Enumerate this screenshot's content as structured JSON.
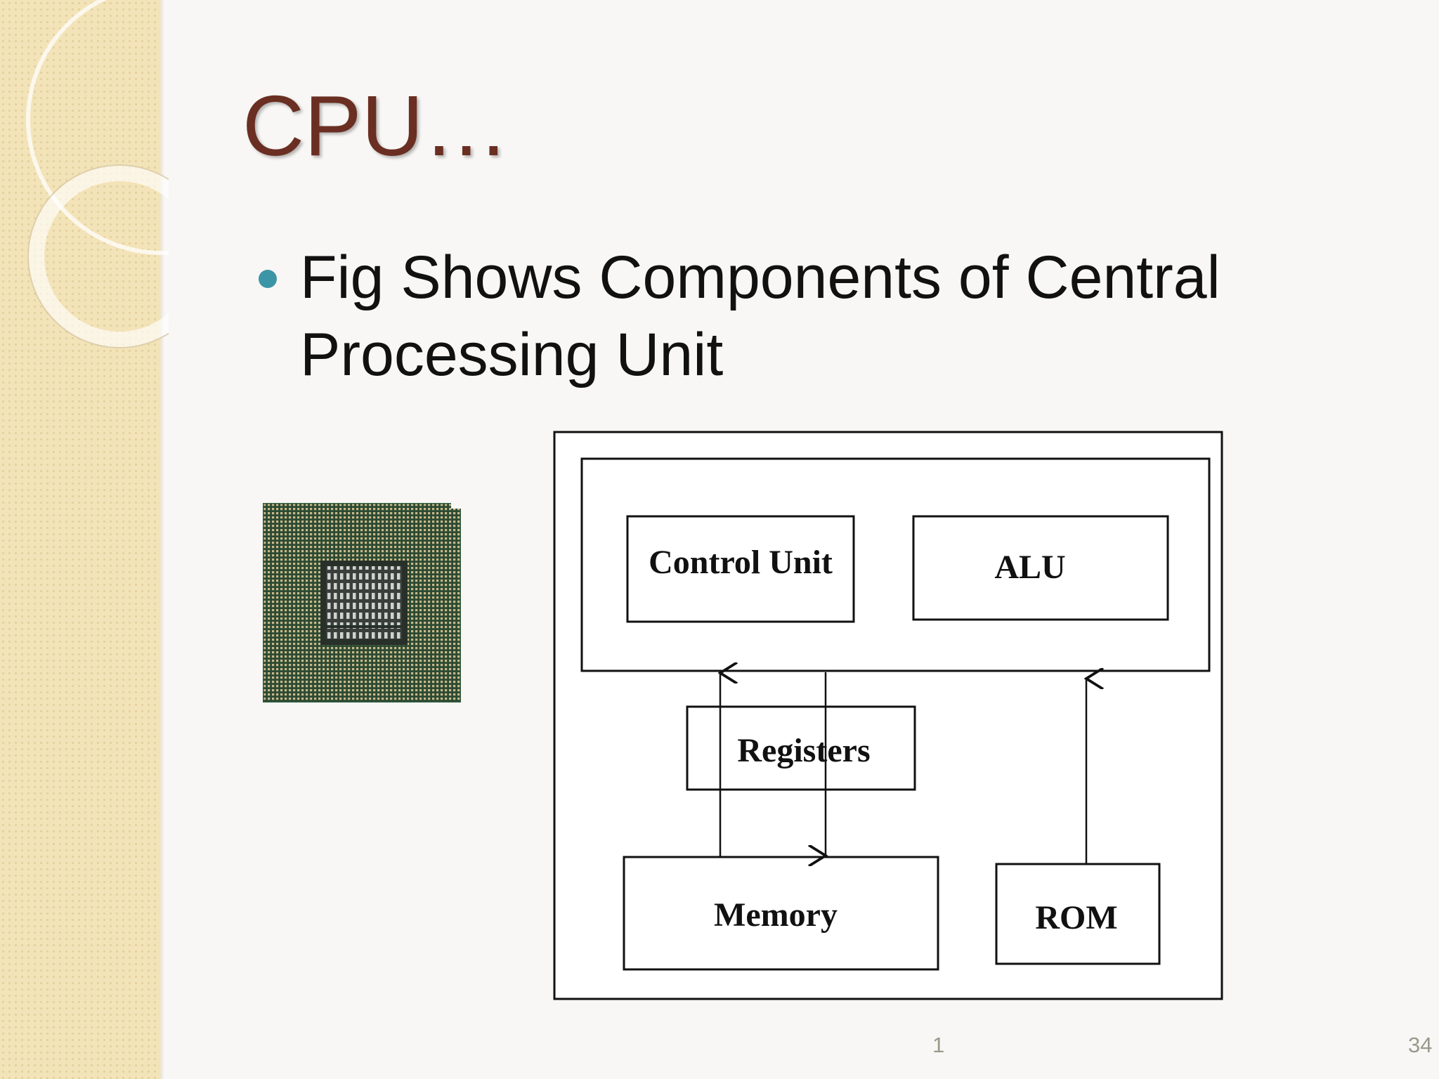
{
  "slide": {
    "title": "CPU…",
    "bullet": "Fig Shows Components of Central Processing Unit",
    "footer_center": "1",
    "slide_number": "34"
  },
  "diagram": {
    "nodes": {
      "control_unit": "Control Unit",
      "alu": "ALU",
      "registers": "Registers",
      "memory": "Memory",
      "rom": "ROM"
    },
    "edges": [
      {
        "from": "memory",
        "to": "processor_block",
        "direction": "up"
      },
      {
        "from": "processor_block",
        "to": "memory",
        "direction": "down"
      },
      {
        "from": "rom",
        "to": "processor_block",
        "direction": "up"
      }
    ]
  },
  "colors": {
    "title": "#6a2f22",
    "bullet": "#3c95a6",
    "sidebar": "#f3e3b8",
    "chip_green": "#2c4a33"
  },
  "image": {
    "icon": "cpu-chip-photo"
  }
}
